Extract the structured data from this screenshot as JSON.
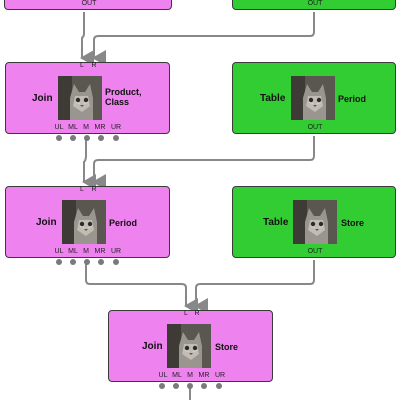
{
  "nodes": [
    {
      "id": "top_left",
      "color": "pink",
      "operator": "",
      "attribute": "",
      "out": "OUT"
    },
    {
      "id": "top_right",
      "color": "green",
      "operator": "",
      "attribute": "",
      "out": "OUT"
    },
    {
      "id": "join1",
      "color": "pink",
      "operator": "Join",
      "attribute": "Product,\nClass",
      "in": [
        "L",
        "R"
      ],
      "bottom": [
        "UL",
        "ML",
        "M",
        "MR",
        "UR"
      ]
    },
    {
      "id": "table1",
      "color": "green",
      "operator": "Table",
      "attribute": "Period",
      "out": "OUT"
    },
    {
      "id": "join2",
      "color": "pink",
      "operator": "Join",
      "attribute": "Period",
      "in": [
        "L",
        "R"
      ],
      "bottom": [
        "UL",
        "ML",
        "M",
        "MR",
        "UR"
      ]
    },
    {
      "id": "table2",
      "color": "green",
      "operator": "Table",
      "attribute": "Store",
      "out": "OUT"
    },
    {
      "id": "join3",
      "color": "pink",
      "operator": "Join",
      "attribute": "Store",
      "in": [
        "L",
        "R"
      ],
      "bottom": [
        "UL",
        "ML",
        "M",
        "MR",
        "UR"
      ]
    }
  ],
  "colors": {
    "pink": "#ee82ee",
    "green": "#32cd32",
    "edge": "#888888",
    "border": "#3a3a3a"
  }
}
